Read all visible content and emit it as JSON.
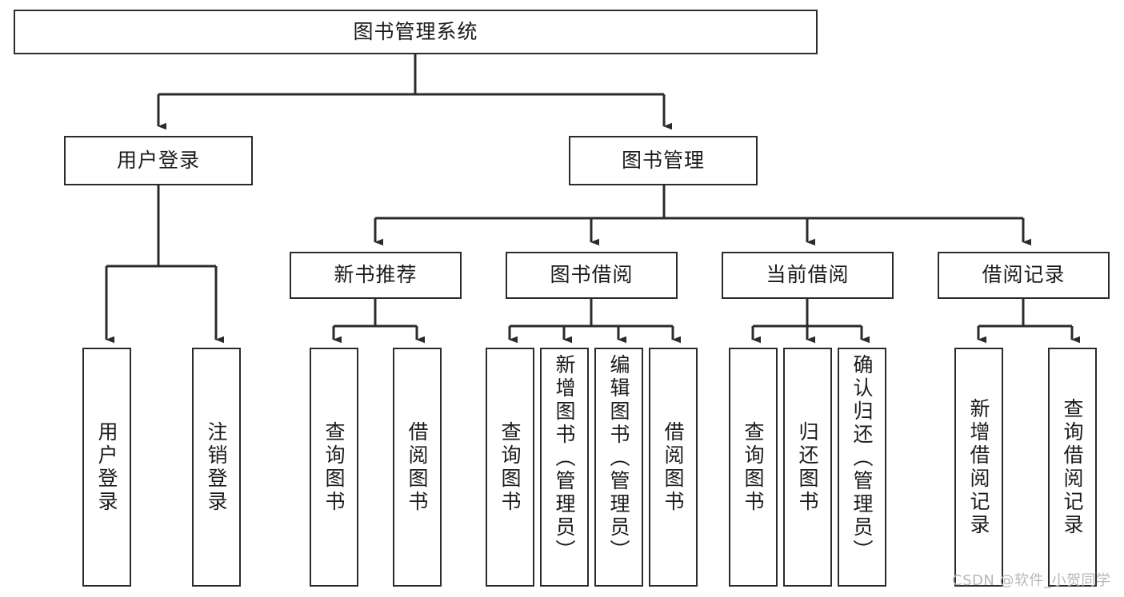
{
  "diagram": {
    "type": "tree-hierarchy-chart",
    "title_node": "图书管理系统",
    "line_color": "#2b2b2b",
    "box_fill": "#ffffff",
    "text_color": "#1b1b1b",
    "watermark": "CSDN @软件_小贺同学",
    "levels": {
      "root": {
        "label": "图书管理系统"
      },
      "level2": [
        {
          "label": "用户登录"
        },
        {
          "label": "图书管理"
        }
      ],
      "level3": [
        {
          "label": "新书推荐"
        },
        {
          "label": "图书借阅"
        },
        {
          "label": "当前借阅"
        },
        {
          "label": "借阅记录"
        }
      ],
      "leaves": {
        "user_login": [
          {
            "label": "用户登录"
          },
          {
            "label": "注销登录"
          }
        ],
        "new_book_recommend": [
          {
            "label": "查询图书"
          },
          {
            "label": "借阅图书"
          }
        ],
        "book_borrow": [
          {
            "label": "查询图书"
          },
          {
            "label": "新增图书（管理员）"
          },
          {
            "label": "编辑图书（管理员）"
          },
          {
            "label": "借阅图书"
          }
        ],
        "current_borrow": [
          {
            "label": "查询图书"
          },
          {
            "label": "归还图书"
          },
          {
            "label": "确认归还（管理员）"
          }
        ],
        "borrow_record": [
          {
            "label": "新增借阅记录"
          },
          {
            "label": "查询借阅记录"
          }
        ]
      }
    }
  }
}
